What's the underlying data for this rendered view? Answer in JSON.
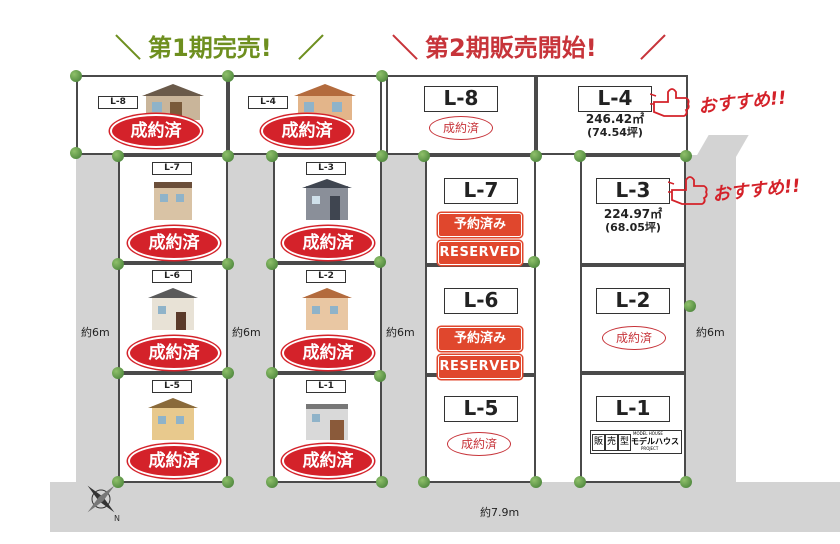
{
  "headings": {
    "phase1": "第1期完売!",
    "phase2": "第2期販売開始!"
  },
  "colors": {
    "phase1": "#6e8f1f",
    "phase2": "#c7343a",
    "sold_badge": "#d4222a",
    "reserved_badge": "#e0472d",
    "road": "#d3d3d3"
  },
  "road_widths": {
    "col1": "約6m",
    "col2": "約6m",
    "col3": "約6m",
    "col4": "約6m",
    "bottom": "約7.9m"
  },
  "phase1_lots": [
    {
      "id": "L-8",
      "status": "成約済",
      "icon": "house-illustration"
    },
    {
      "id": "L-4",
      "status": "成約済",
      "icon": "house-illustration"
    },
    {
      "id": "L-7",
      "status": "成約済",
      "icon": "house-illustration"
    },
    {
      "id": "L-3",
      "status": "成約済",
      "icon": "house-illustration"
    },
    {
      "id": "L-6",
      "status": "成約済",
      "icon": "house-illustration"
    },
    {
      "id": "L-2",
      "status": "成約済",
      "icon": "house-illustration"
    },
    {
      "id": "L-5",
      "status": "成約済",
      "icon": "house-illustration"
    },
    {
      "id": "L-1",
      "status": "成約済",
      "icon": "house-illustration"
    }
  ],
  "phase2_lots": {
    "L8": {
      "id": "L-8",
      "status": "成約済"
    },
    "L4": {
      "id": "L-4",
      "area_sqm": "246.42㎡",
      "area_tsubo": "(74.54坪)",
      "note": "おすすめ!!"
    },
    "L7": {
      "id": "L-7",
      "badge1": "予約済み",
      "badge2": "RESERVED"
    },
    "L3": {
      "id": "L-3",
      "area_sqm": "224.97㎡",
      "area_tsubo": "(68.05坪)",
      "note": "おすすめ!!"
    },
    "L6": {
      "id": "L-6",
      "badge1": "予約済み",
      "badge2": "RESERVED"
    },
    "L2": {
      "id": "L-2",
      "status": "成約済"
    },
    "L5": {
      "id": "L-5",
      "status": "成約済"
    },
    "L1": {
      "id": "L-1",
      "model_box": "販",
      "model_box2": "売",
      "model_box3": "型",
      "model_small": "MODEL HOUSE",
      "model_label": "モデルハウス",
      "model_sub": "PROJECT"
    }
  },
  "compass": {
    "north_mark": "N",
    "icon": "compass-rose-icon"
  },
  "icons": {
    "pointer": "thumbs-pointing-hand-icon",
    "tree": "tree-icon"
  }
}
